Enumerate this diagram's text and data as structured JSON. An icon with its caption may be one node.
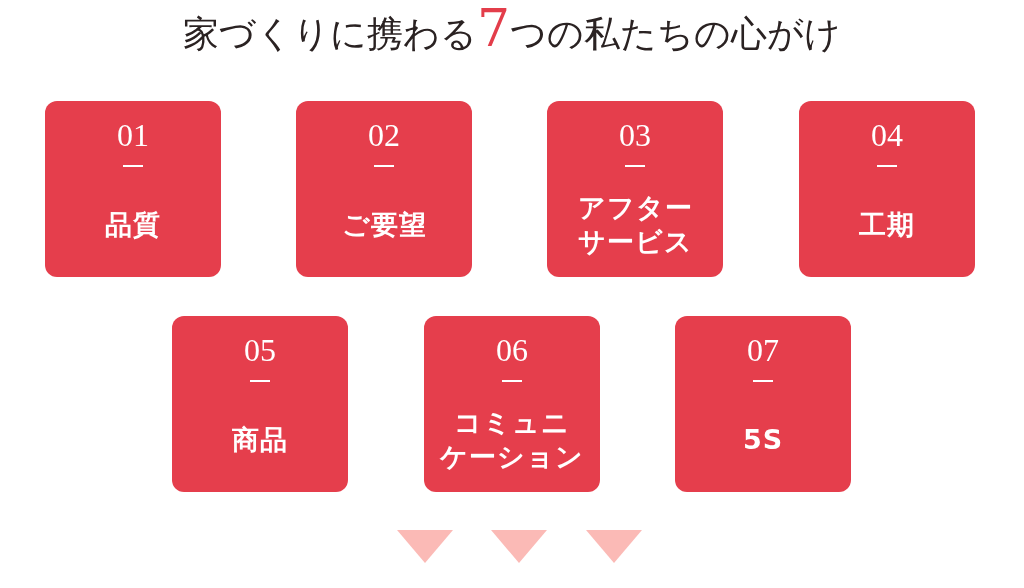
{
  "diagram": {
    "title": "家づくりに携わる7つの私たちの心がけ",
    "nodes": [
      {
        "text": [
          "01",
          "品質"
        ]
      },
      {
        "text": [
          "02",
          "ご要望"
        ]
      },
      {
        "text": [
          "03",
          "アフターサービス"
        ]
      },
      {
        "text": [
          "04",
          "工期"
        ]
      },
      {
        "text": [
          "05",
          "商品"
        ]
      },
      {
        "text": [
          "06",
          "コミュニケーション"
        ]
      },
      {
        "text": [
          "07",
          "5S"
        ]
      }
    ],
    "edges": []
  }
}
